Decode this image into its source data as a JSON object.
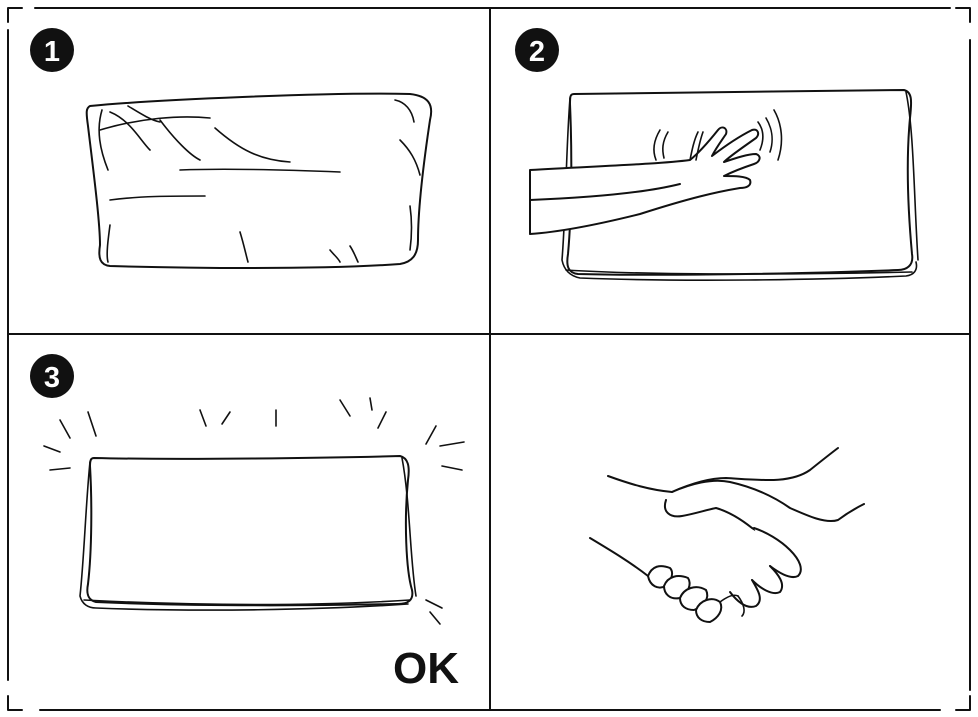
{
  "panels": [
    {
      "step": "1",
      "illustration": "wrapped-pillow"
    },
    {
      "step": "2",
      "illustration": "hand-pressing-pillow"
    },
    {
      "step": "3",
      "illustration": "restored-pillow",
      "status_text": "OK"
    },
    {
      "step": "",
      "illustration": "handshake"
    }
  ],
  "colors": {
    "ink": "#111111",
    "background": "#ffffff"
  }
}
